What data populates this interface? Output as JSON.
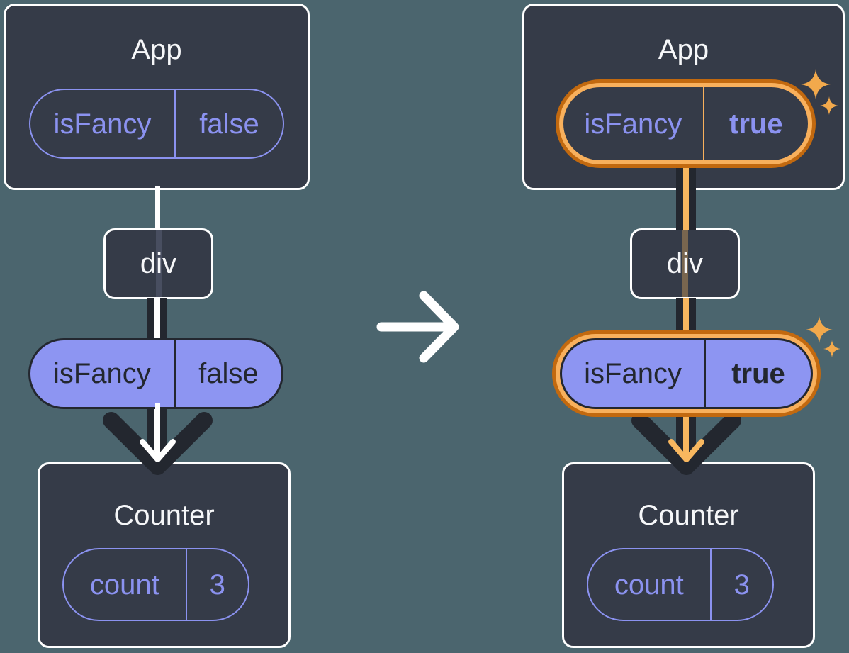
{
  "diagram": {
    "description": "component-tree-state-transition",
    "before": {
      "app": {
        "name": "App",
        "state_key": "isFancy",
        "state_value": "false"
      },
      "middle": {
        "name": "div"
      },
      "prop_key": "isFancy",
      "prop_value": "false",
      "counter": {
        "name": "Counter",
        "state_key": "count",
        "state_value": "3"
      }
    },
    "after": {
      "app": {
        "name": "App",
        "state_key": "isFancy",
        "state_value": "true"
      },
      "middle": {
        "name": "div"
      },
      "prop_key": "isFancy",
      "prop_value": "true",
      "counter": {
        "name": "Counter",
        "state_key": "count",
        "state_value": "3"
      }
    },
    "colors": {
      "background": "#4B656E",
      "box_fill": "#353B48",
      "box_border": "#FFFFFF",
      "purple_accent": "#8B92F0",
      "purple_pill_fill": "#8D95F2",
      "dark_line": "#23272F",
      "orange_light": "#F8B05C",
      "orange_dark": "#C2690F",
      "orange_arrow": "#F8B75F",
      "sparkle": "#F2A94C",
      "title_text": "#F6F7F9"
    }
  }
}
